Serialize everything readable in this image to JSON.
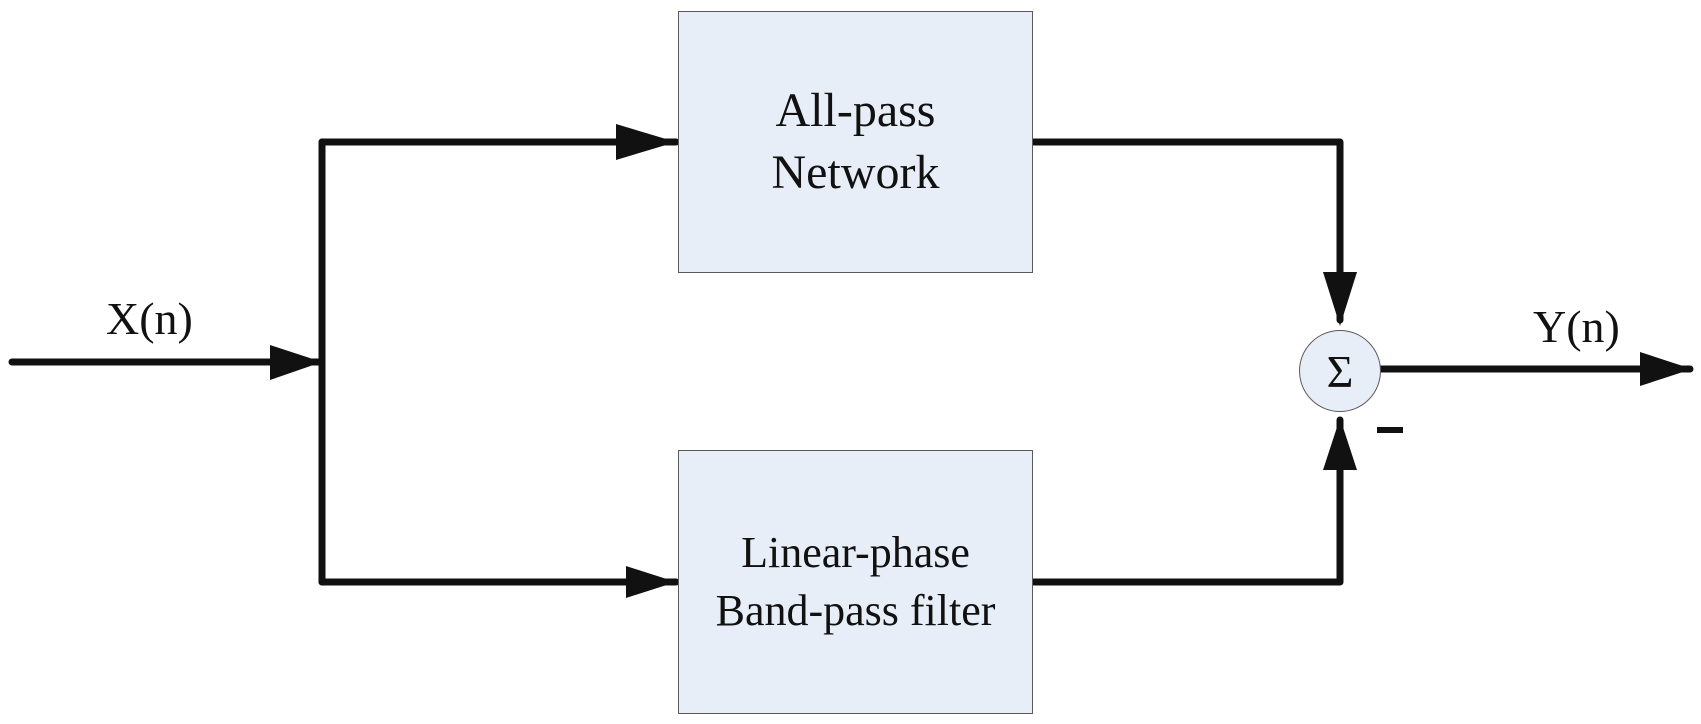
{
  "input": {
    "label": "X(n)"
  },
  "output": {
    "label": "Y(n)"
  },
  "blocks": {
    "allpass": {
      "lines": [
        "All-pass",
        "Network"
      ]
    },
    "bandpass": {
      "lines": [
        "Linear-phase",
        "Band-pass filter"
      ]
    }
  },
  "summer": {
    "symbol": "Σ",
    "negative_input_sign": "-"
  },
  "colors": {
    "block_fill": "#e8eef8",
    "block_border": "#5a5a5a",
    "line": "#111111"
  }
}
